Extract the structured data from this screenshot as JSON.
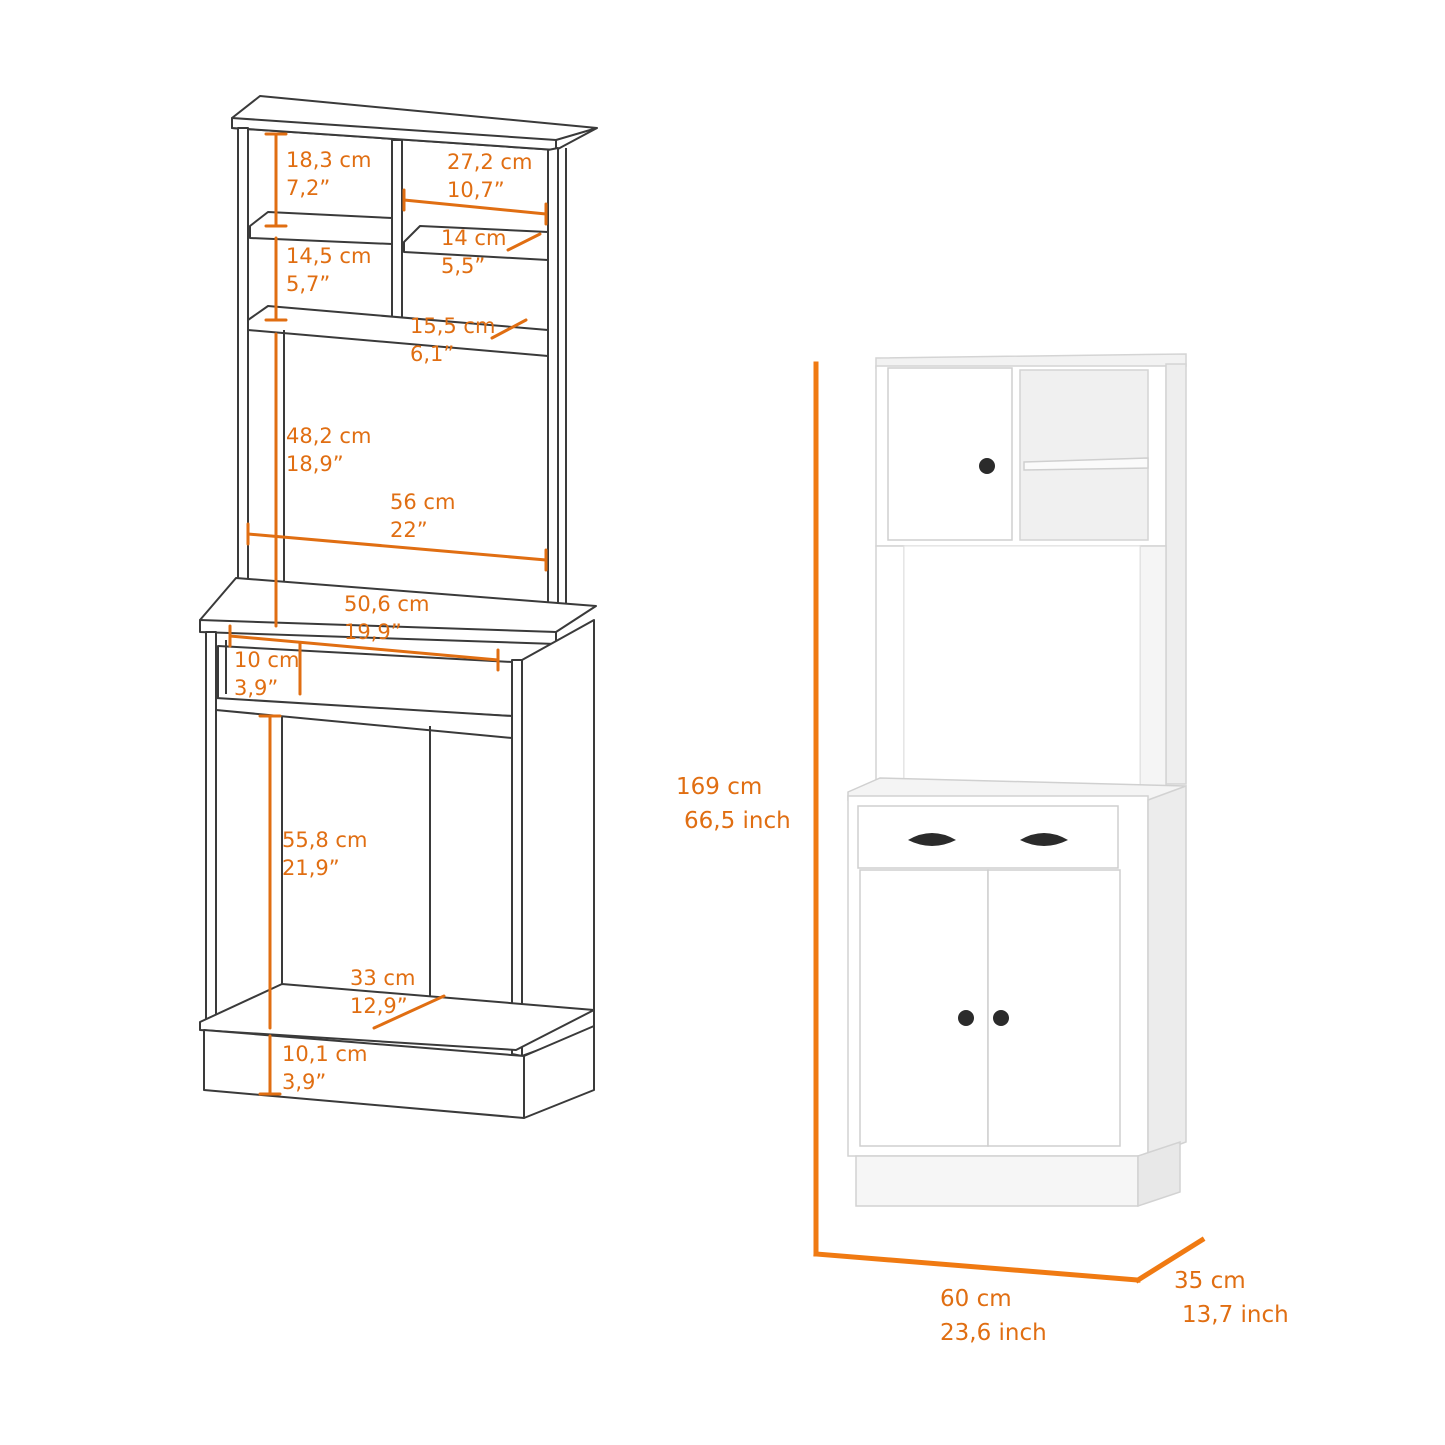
{
  "colors": {
    "accent": "#e06e12",
    "line": "#3a3a3a",
    "panel": "#ffffff",
    "panel_shade": "#e9e9e9",
    "knob": "#2b2b2b"
  },
  "icons": {
    "door_knob": "round-knob-icon",
    "drawer_handle": "cup-pull-handle-icon"
  },
  "line_drawing_dimensions": {
    "top_left_height": {
      "cm": "18,3 cm",
      "inch": "7,2”"
    },
    "top_right_width": {
      "cm": "27,2 cm",
      "inch": "10,7”"
    },
    "upper_shelf_depth": {
      "cm": "14 cm",
      "inch": "5,5”"
    },
    "mid_left_height": {
      "cm": "14,5 cm",
      "inch": "5,7”"
    },
    "lower_shelf_depth": {
      "cm": "15,5 cm",
      "inch": "6,1”"
    },
    "hutch_open_height": {
      "cm": "48,2 cm",
      "inch": "18,9”"
    },
    "hutch_width": {
      "cm": "56 cm",
      "inch": "22”"
    },
    "drawer_width": {
      "cm": "50,6 cm",
      "inch": "19,9”"
    },
    "drawer_height": {
      "cm": "10 cm",
      "inch": "3,9”"
    },
    "cabinet_open_height": {
      "cm": "55,8 cm",
      "inch": "21,9”"
    },
    "cabinet_depth": {
      "cm": "33 cm",
      "inch": "12,9”"
    },
    "base_height": {
      "cm": "10,1 cm",
      "inch": "3,9”"
    }
  },
  "overall_dimensions": {
    "height": {
      "cm": "169 cm",
      "inch": "66,5 inch"
    },
    "width": {
      "cm": "60 cm",
      "inch": "23,6 inch"
    },
    "depth": {
      "cm": "35 cm",
      "inch": "13,7 inch"
    }
  }
}
